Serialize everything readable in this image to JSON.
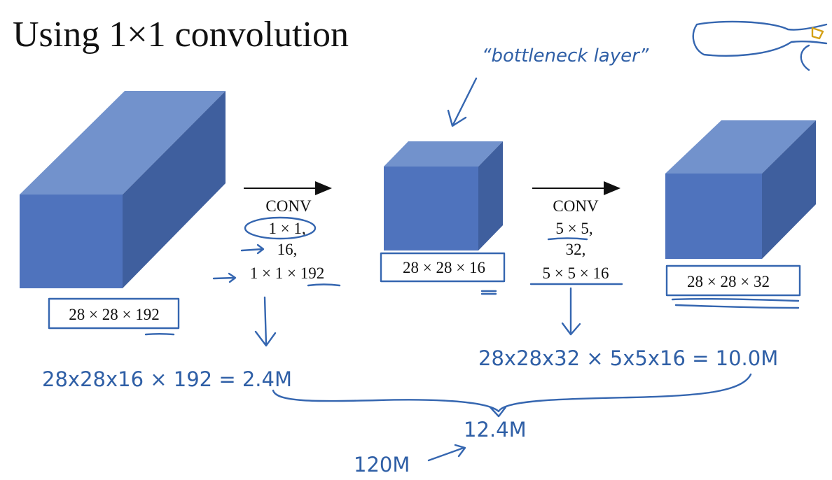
{
  "title": "Using 1×1 convolution",
  "colors": {
    "cube_front": "#4f73bd",
    "cube_top": "#7292cc",
    "cube_side": "#3f5f9e",
    "ink": "#3566b0",
    "text": "#111111"
  },
  "volumes": {
    "input": "28 × 28 × 192",
    "bottleneck": "28 × 28 × 16",
    "output": "28 × 28 × 32"
  },
  "conv1": {
    "label": "CONV",
    "filter": "1 × 1,",
    "count": "16,",
    "shape": "1 × 1 × 192"
  },
  "conv2": {
    "label": "CONV",
    "filter": "5 × 5,",
    "count": "32,",
    "shape": "5 × 5 × 16"
  },
  "annotations": {
    "bottleneck_label": "“bottleneck layer”",
    "cost1": "28x28x16 × 192 = 2.4M",
    "cost2": "28x28x32 × 5x5x16 = 10.0M",
    "total": "12.4M",
    "previous": "120M"
  }
}
